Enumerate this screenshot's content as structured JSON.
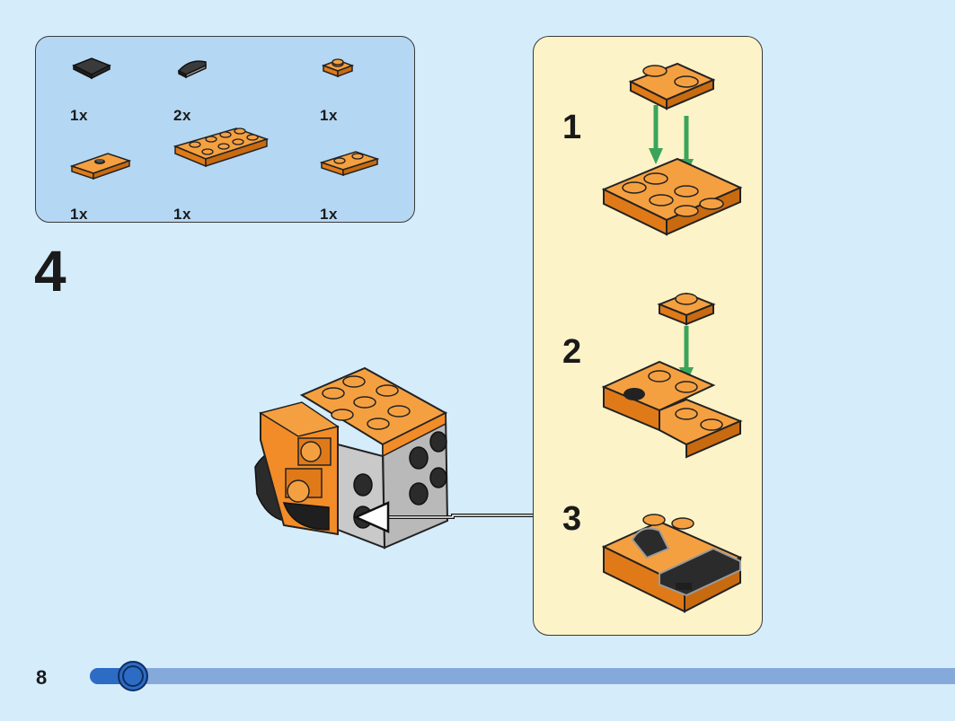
{
  "step": {
    "number": "4"
  },
  "page": {
    "number": "8"
  },
  "progress": {
    "fraction": 0.05
  },
  "parts": [
    {
      "name": "black tile 2x2",
      "qty": "1x",
      "color": "#2b2b2b"
    },
    {
      "name": "black curved tile",
      "qty": "2x",
      "color": "#2b2b2b"
    },
    {
      "name": "orange plate 1x1",
      "qty": "1x",
      "color": "#f28c28"
    },
    {
      "name": "orange plate with jumper",
      "qty": "1x",
      "color": "#f28c28"
    },
    {
      "name": "orange plate 2x4",
      "qty": "1x",
      "color": "#f28c28"
    },
    {
      "name": "orange plate 1x2",
      "qty": "1x",
      "color": "#f28c28"
    }
  ],
  "substeps": [
    {
      "label": "1"
    },
    {
      "label": "2"
    },
    {
      "label": "3"
    }
  ],
  "colors": {
    "background": "#d5ecfb",
    "parts_panel": "#b4d7f3",
    "callout_panel": "#fdf3c8",
    "brick_orange": "#f28c28",
    "brick_dark": "#2b2b2b",
    "brick_grey": "#b9b9b9",
    "arrow_green": "#3aa55a",
    "progress_blue": "#2c6cc4"
  }
}
